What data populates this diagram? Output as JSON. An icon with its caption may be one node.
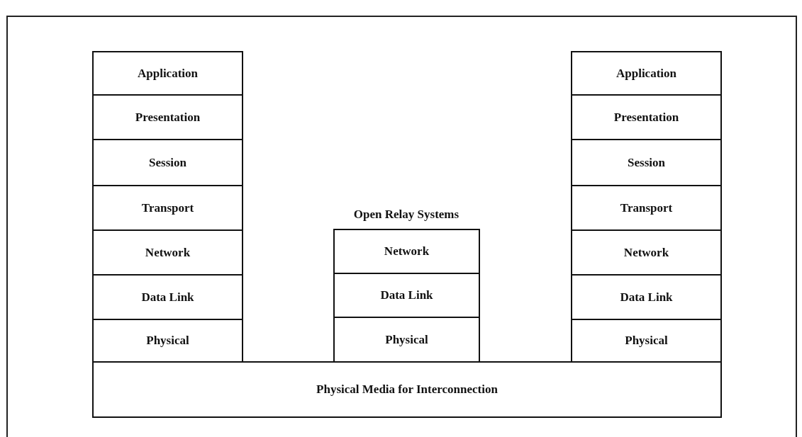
{
  "diagram": {
    "nodes": [
      {
        "text": [
          "Application"
        ]
      },
      {
        "text": [
          "Presentation"
        ]
      },
      {
        "text": [
          "Session"
        ]
      },
      {
        "text": [
          "Transport"
        ]
      },
      {
        "text": [
          "Network"
        ]
      },
      {
        "text": [
          "Data Link"
        ]
      },
      {
        "text": [
          "Physical"
        ]
      },
      {
        "text": [
          "Network"
        ]
      },
      {
        "text": [
          "Data Link"
        ]
      },
      {
        "text": [
          "Physical"
        ]
      },
      {
        "text": [
          "Application"
        ]
      },
      {
        "text": [
          "Presentation"
        ]
      },
      {
        "text": [
          "Session"
        ]
      },
      {
        "text": [
          "Transport"
        ]
      },
      {
        "text": [
          "Network"
        ]
      },
      {
        "text": [
          "Data Link"
        ]
      },
      {
        "text": [
          "Physical"
        ]
      },
      {
        "text": [
          "Physical Media for Interconnection"
        ]
      }
    ],
    "labels": [
      "Open Relay Systems"
    ]
  }
}
